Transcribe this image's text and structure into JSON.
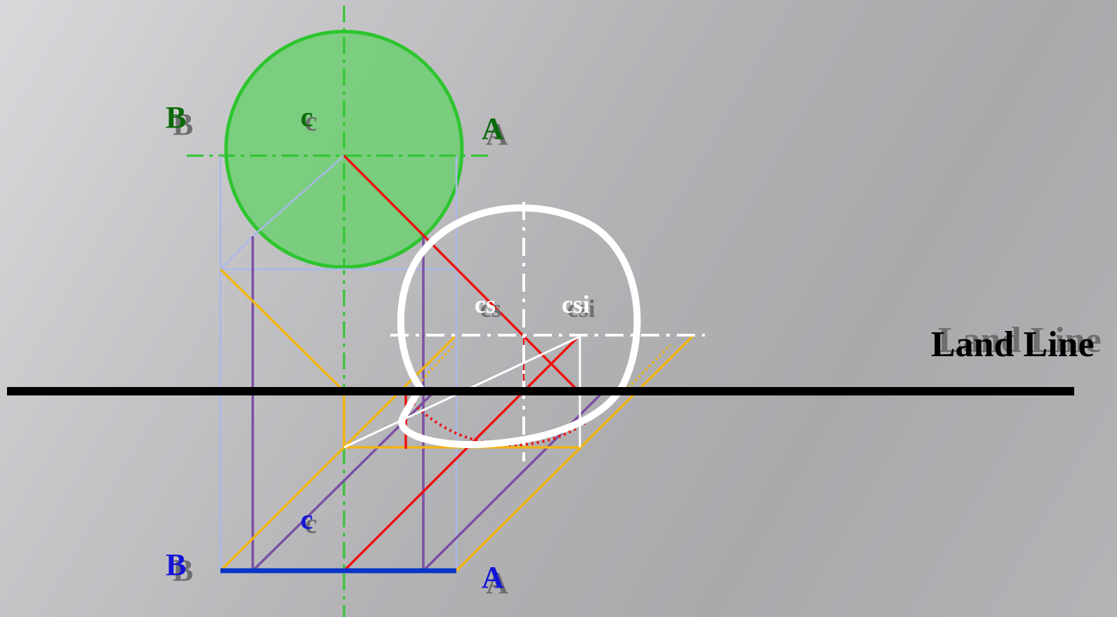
{
  "diagram": {
    "land_line_label": "Land Line",
    "top_view": {
      "label_B": "B",
      "label_c": "c",
      "label_A": "A"
    },
    "section": {
      "label_cs": "cs",
      "label_csi": "csi"
    },
    "front_view": {
      "label_B": "B",
      "label_c": "c",
      "label_A": "A"
    }
  },
  "colors": {
    "top_view": "#2ec52e",
    "top_view_fill": "#6fcf72",
    "top_view_text": "#0b6a0b",
    "front_view_text": "#1414d8",
    "baseline": "#0a35c9",
    "land_line": "#000000",
    "projector": "#a9b8ea",
    "generator": "#7b4fa3",
    "cut_line": "#ee1111",
    "oblique": "#f2b412",
    "section": "#ffffff",
    "shadow": "#6e6e70"
  }
}
